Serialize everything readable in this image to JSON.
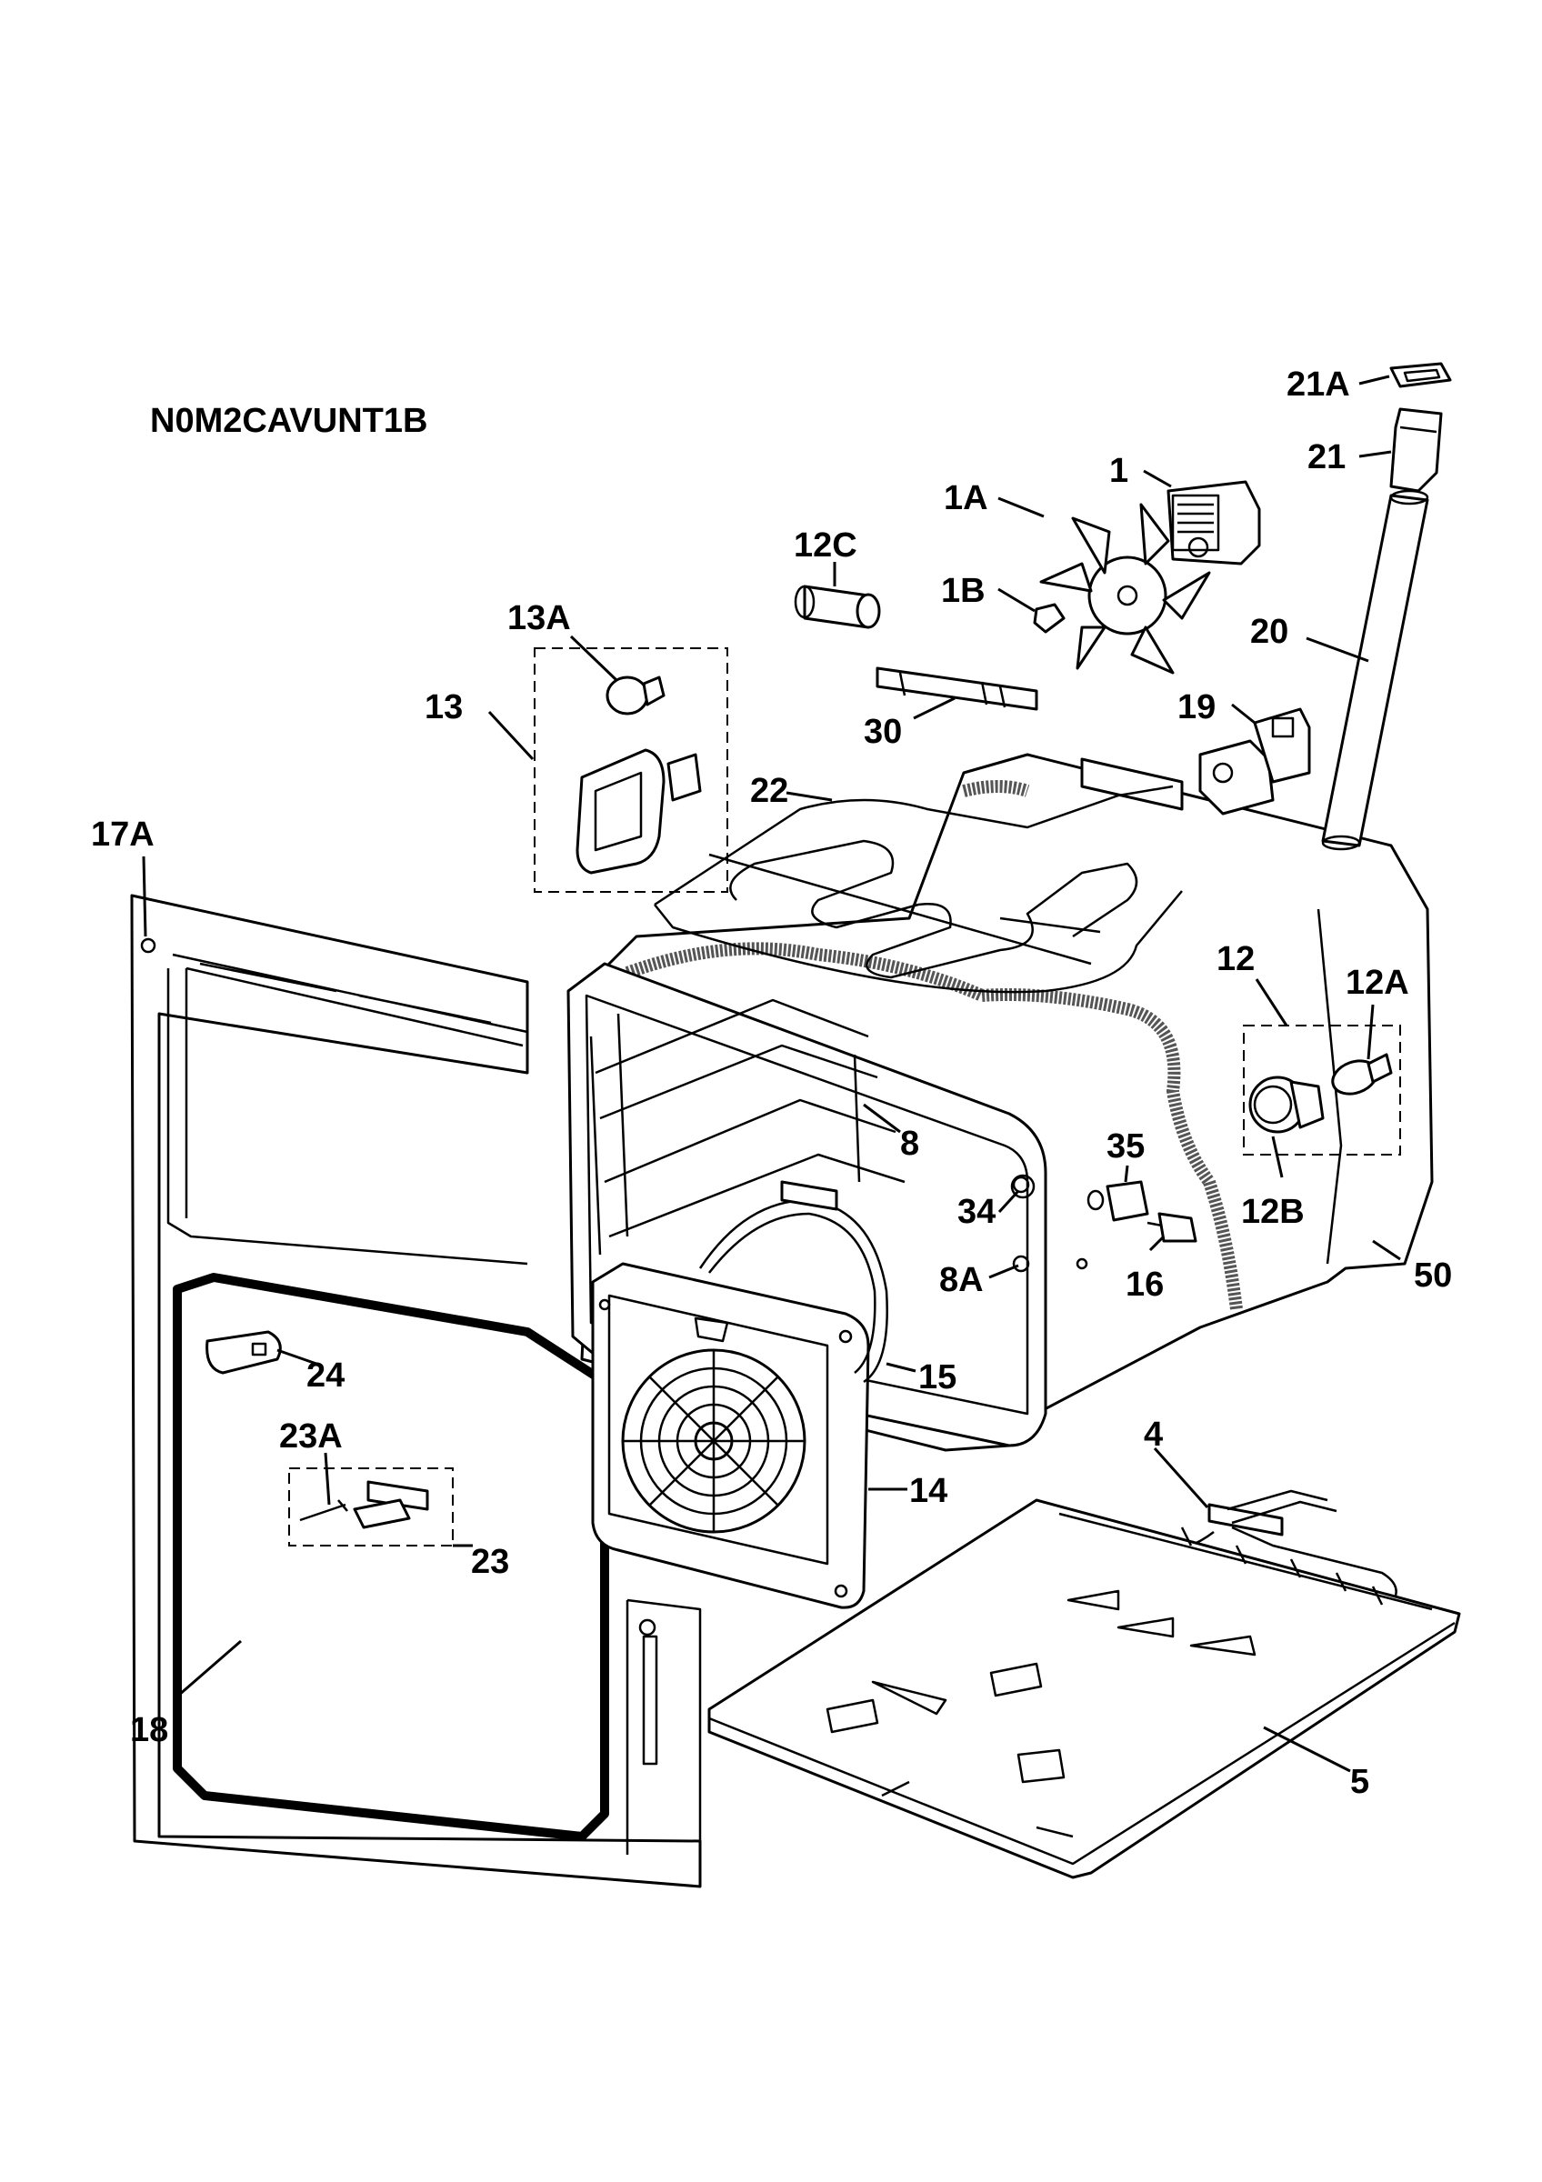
{
  "title": "N0M2CAVUNT1B",
  "labels": {
    "p21A": "21A",
    "p21": "21",
    "p1": "1",
    "p1A": "1A",
    "p12C": "12C",
    "p1B": "1B",
    "p13A": "13A",
    "p20": "20",
    "p13": "13",
    "p19": "19",
    "p30": "30",
    "p22": "22",
    "p17A": "17A",
    "p12": "12",
    "p12A": "12A",
    "p8": "8",
    "p35": "35",
    "p34": "34",
    "p12B": "12B",
    "p50": "50",
    "p8A": "8A",
    "p16": "16",
    "p24": "24",
    "p15": "15",
    "p4": "4",
    "p23A": "23A",
    "p14": "14",
    "p23": "23",
    "p18": "18",
    "p5": "5"
  }
}
